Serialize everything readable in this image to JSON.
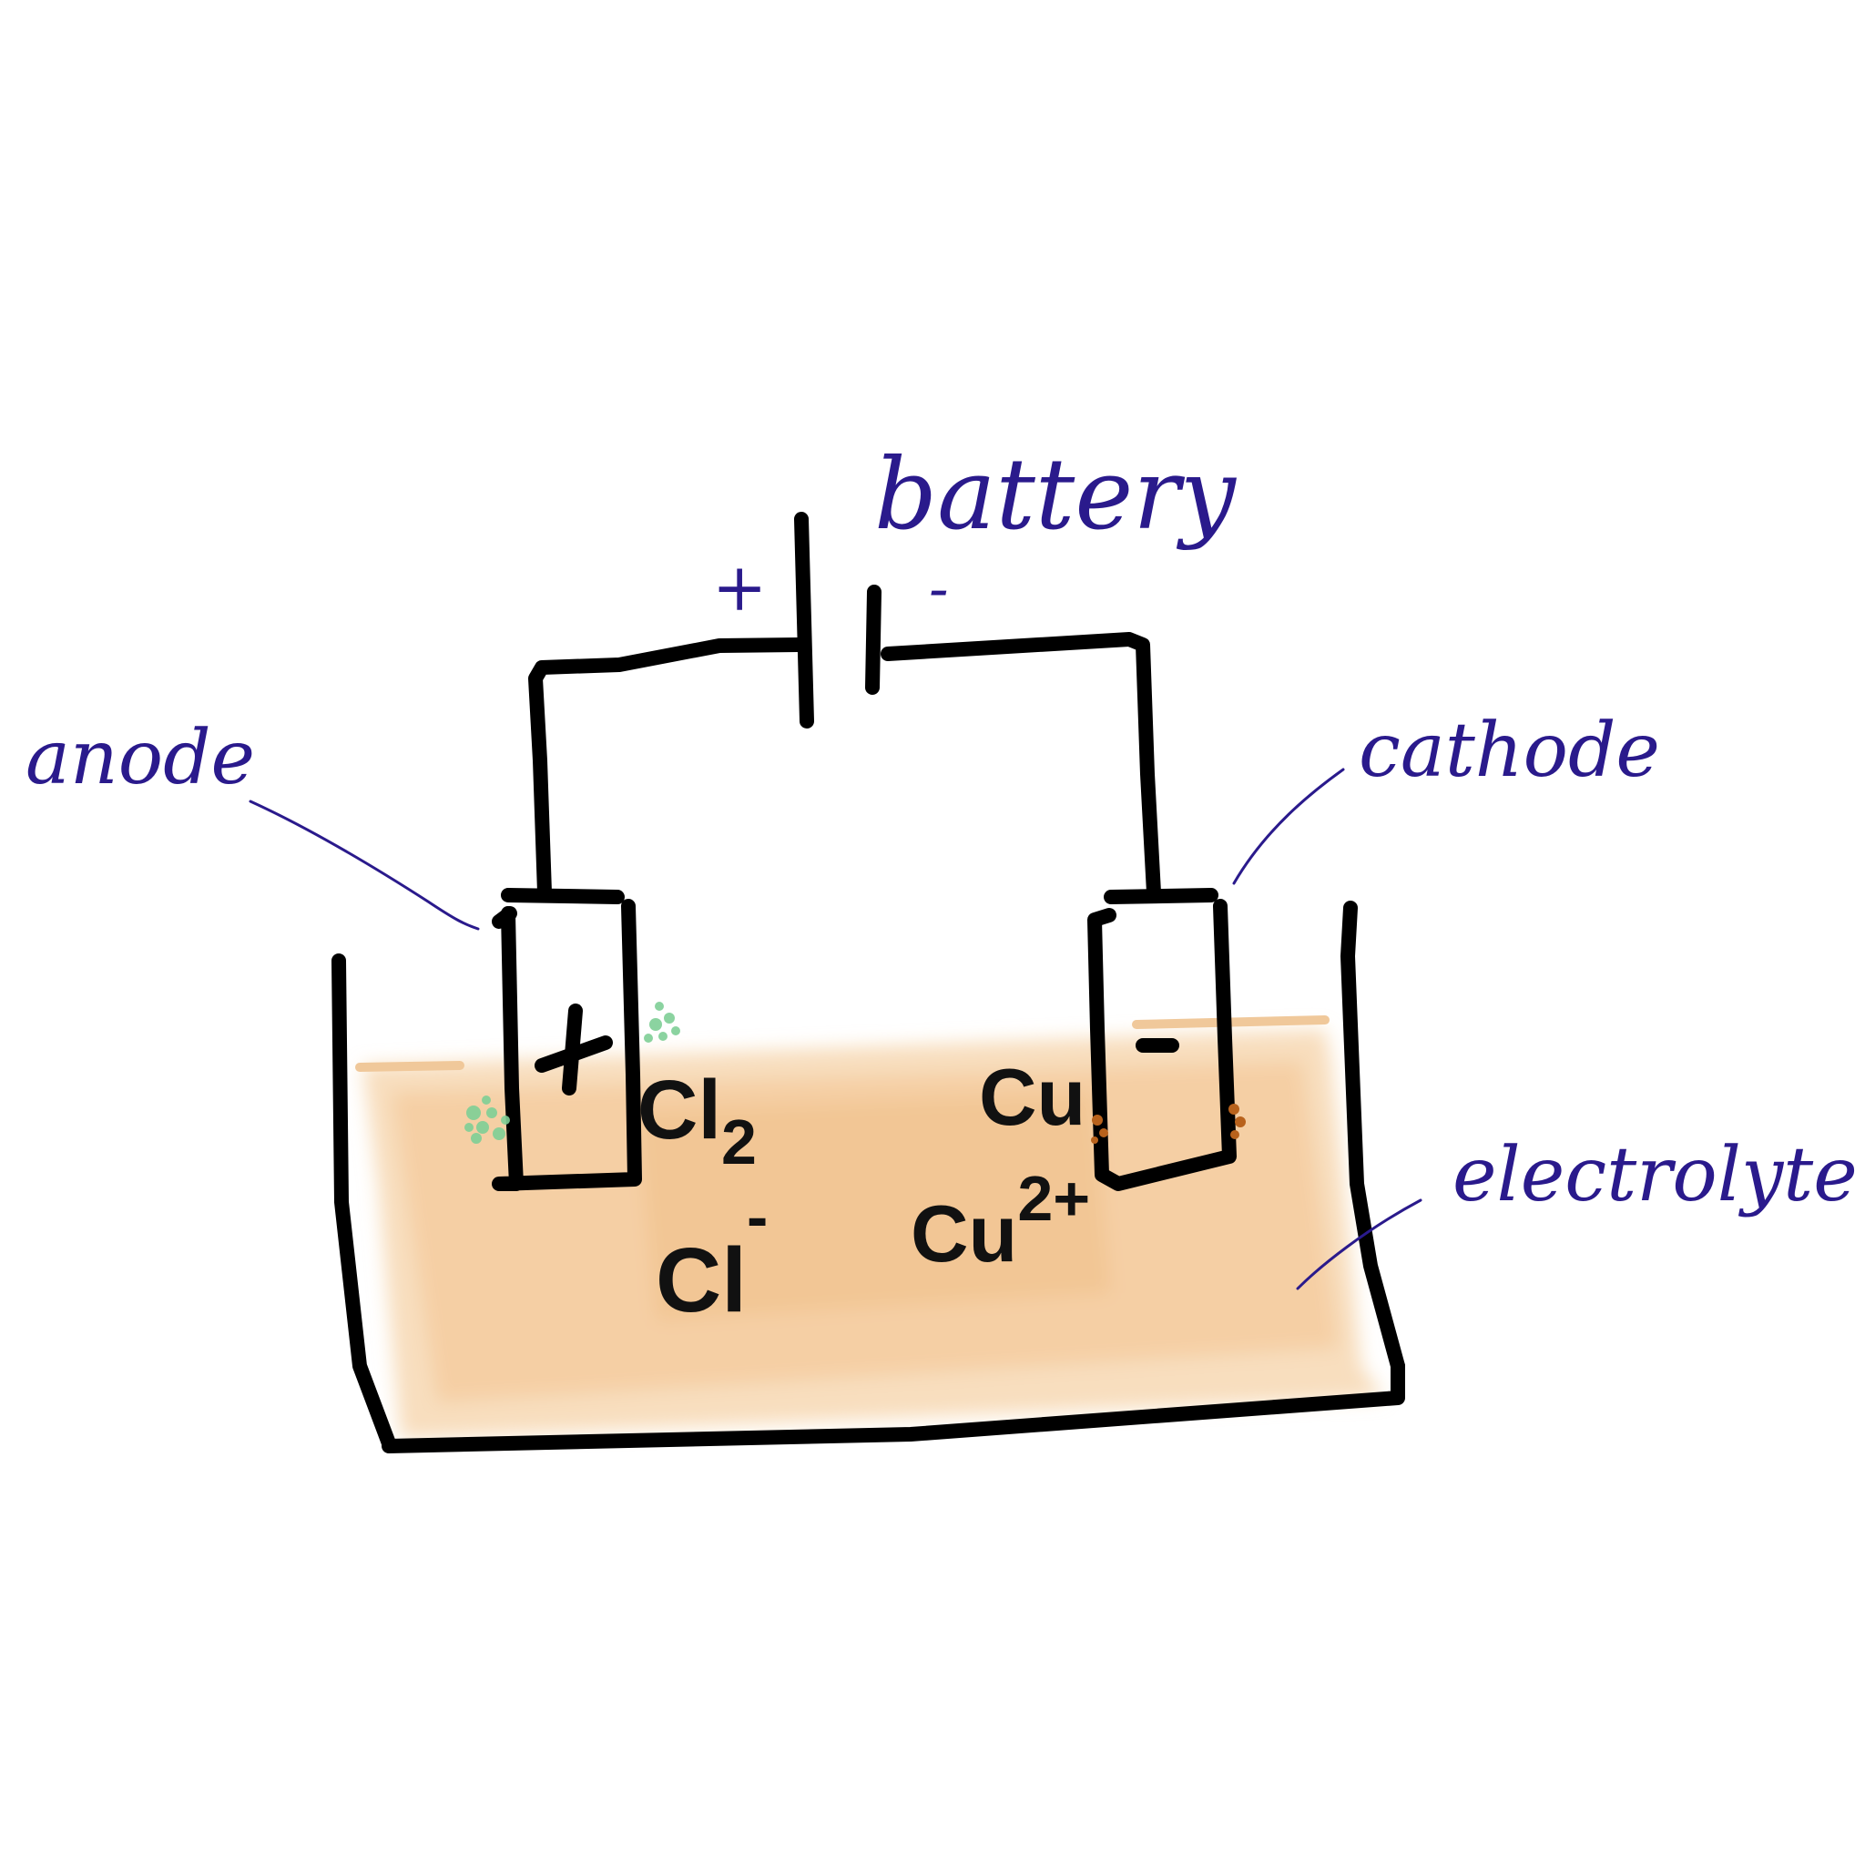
{
  "labels": {
    "battery": "battery",
    "battery_plus": "+",
    "battery_minus": "-",
    "anode": "anode",
    "cathode": "cathode",
    "electrolyte": "electrolyte"
  },
  "anode_electrode": {
    "sign": "+"
  },
  "cathode_electrode": {
    "sign": "-"
  },
  "species": {
    "cl2": {
      "base": "Cl",
      "sub": "2"
    },
    "cu": {
      "base": "Cu"
    },
    "cl_ion": {
      "base": "Cl",
      "sup": "-"
    },
    "cu_ion": {
      "base": "Cu",
      "sup": "2+"
    }
  },
  "colors": {
    "ink": "#000000",
    "annotation": "#2a1a8c",
    "electrolyte": "#f3c48f",
    "chlorine_bubbles": "#7fcf96",
    "copper_deposit": "#b8621c"
  }
}
